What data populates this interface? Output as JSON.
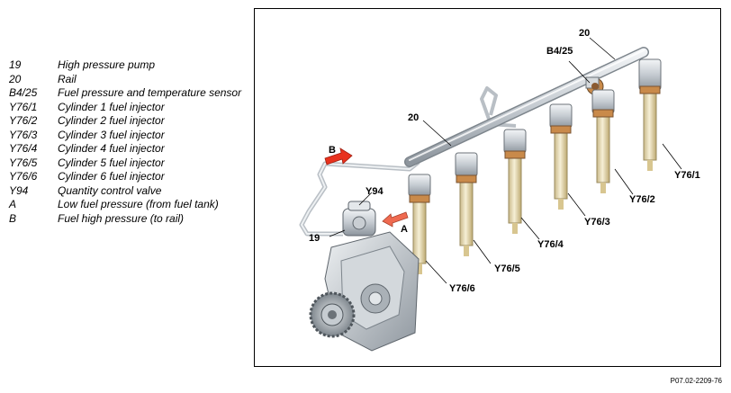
{
  "legend": [
    {
      "code": "19",
      "desc": "High pressure pump"
    },
    {
      "code": "20",
      "desc": "Rail"
    },
    {
      "code": "B4/25",
      "desc": "Fuel pressure and temperature sensor"
    },
    {
      "code": "Y76/1",
      "desc": "Cylinder 1 fuel injector"
    },
    {
      "code": "Y76/2",
      "desc": "Cylinder 2 fuel injector"
    },
    {
      "code": "Y76/3",
      "desc": "Cylinder 3 fuel injector"
    },
    {
      "code": "Y76/4",
      "desc": "Cylinder 4 fuel injector"
    },
    {
      "code": "Y76/5",
      "desc": "Cylinder 5 fuel injector"
    },
    {
      "code": "Y76/6",
      "desc": "Cylinder 6 fuel injector"
    },
    {
      "code": "Y94",
      "desc": "Quantity control valve"
    },
    {
      "code": "A",
      "desc": "Low fuel pressure (from fuel tank)"
    },
    {
      "code": "B",
      "desc": "Fuel high pressure (to rail)"
    }
  ],
  "callouts": {
    "rail_top": "20",
    "rail_left": "20",
    "sensor": "B4/25",
    "pump": "19",
    "valve": "Y94",
    "arrow_a": "A",
    "arrow_b": "B",
    "inj1": "Y76/1",
    "inj2": "Y76/2",
    "inj3": "Y76/3",
    "inj4": "Y76/4",
    "inj5": "Y76/5",
    "inj6": "Y76/6"
  },
  "doc_ref": "P07.02-2209-76",
  "colors": {
    "arrow_red": "#e8321e",
    "arrow_salmon": "#ef6a50",
    "injector_body": "#e9dcb4",
    "injector_collar": "#c98a4a",
    "metal": "#c9ced3"
  }
}
